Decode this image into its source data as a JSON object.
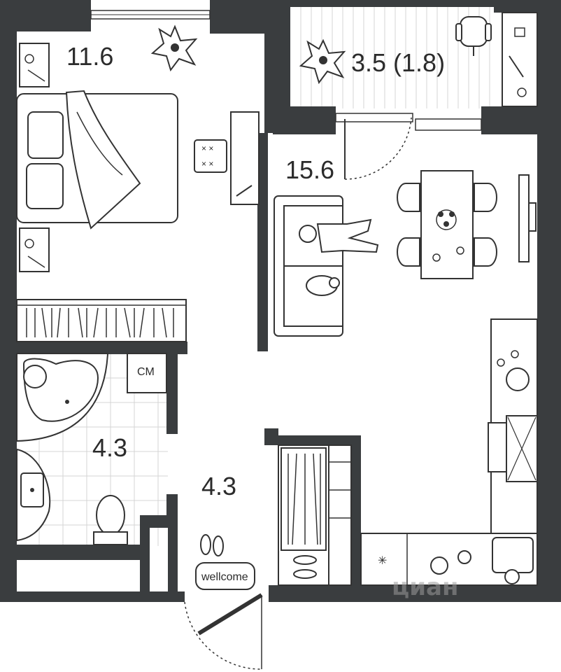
{
  "plan": {
    "rooms": [
      {
        "id": "bedroom",
        "area": "11.6"
      },
      {
        "id": "balcony",
        "area": "3.5 (1.8)"
      },
      {
        "id": "living",
        "area": "15.6"
      },
      {
        "id": "bathroom",
        "area": "4.3"
      },
      {
        "id": "hallway",
        "area": "4.3"
      }
    ],
    "labels": {
      "washer": "CM",
      "doormat": "wellcome",
      "watermark": "циан"
    },
    "colors": {
      "wall": "#3a3d3f",
      "line": "#333333",
      "background": "#ffffff"
    }
  }
}
